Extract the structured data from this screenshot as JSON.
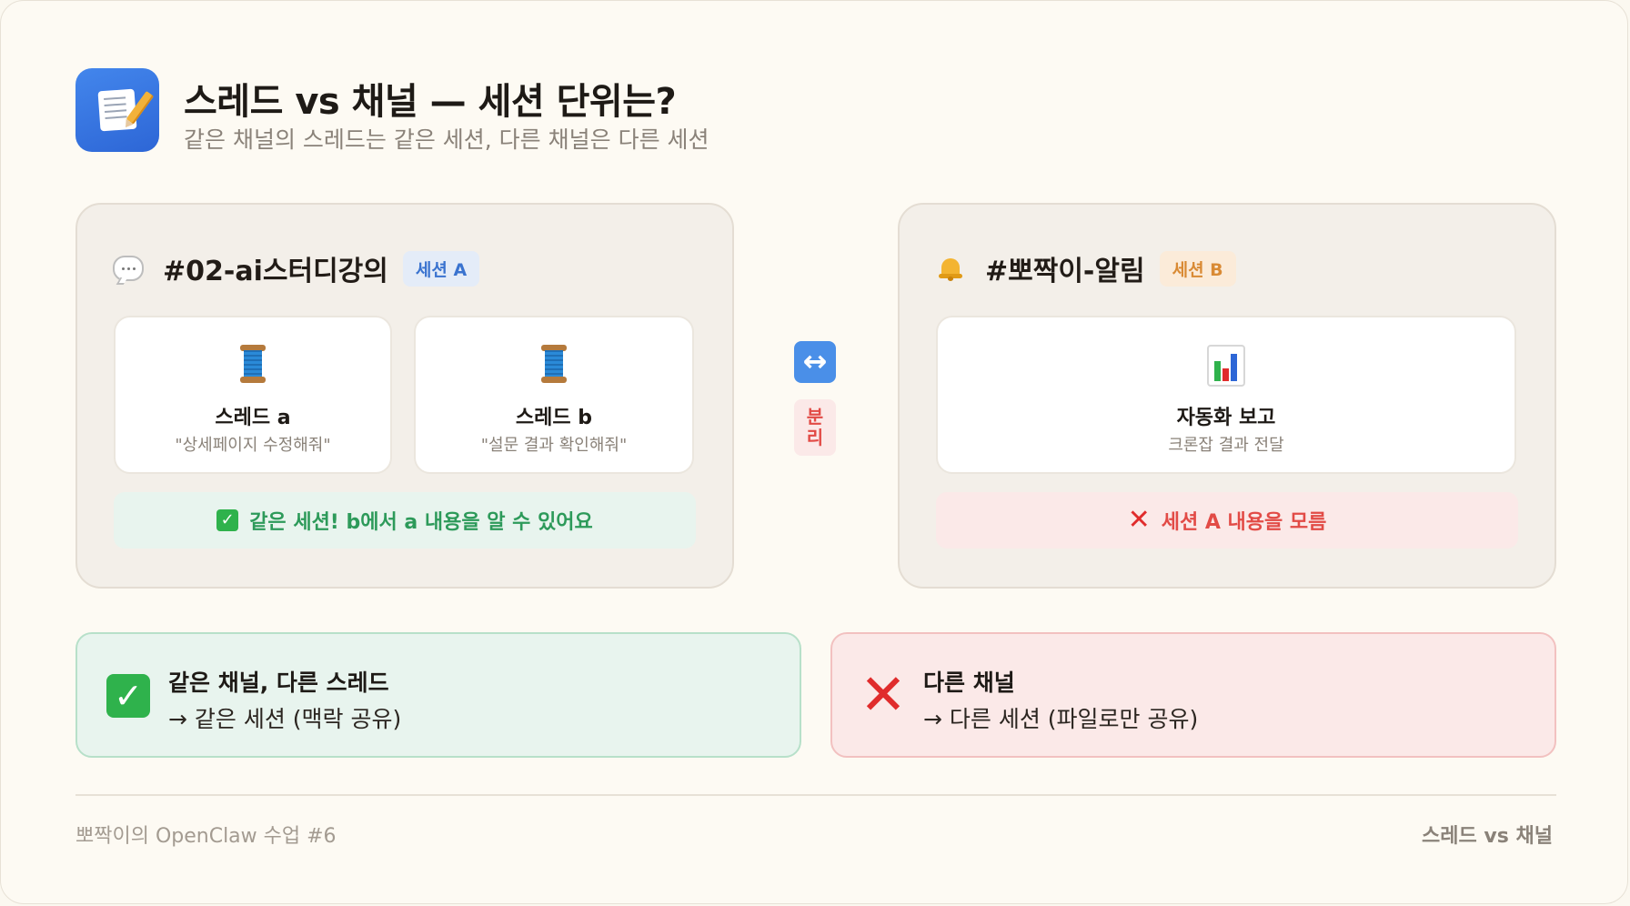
{
  "header": {
    "title": "스레드 vs 채널 — 세션 단위는?",
    "subtitle": "같은 채널의 스레드는 같은 세션, 다른 채널은 다른 세션",
    "icon": "memo-pencil-icon"
  },
  "left_panel": {
    "channel_icon": "speech-bubble-icon",
    "channel_name": "#02-ai스터디강의",
    "session_badge": "세션 A",
    "cards": [
      {
        "icon": "spool-thread-icon",
        "name": "스레드 a",
        "desc": "\"상세페이지 수정해줘\""
      },
      {
        "icon": "spool-thread-icon",
        "name": "스레드 b",
        "desc": "\"설문 결과 확인해줘\""
      }
    ],
    "status": "같은 세션! b에서 a 내용을 알 수 있어요"
  },
  "separator": {
    "icon": "left-right-arrow-icon",
    "label_1": "분",
    "label_2": "리"
  },
  "right_panel": {
    "channel_icon": "bell-icon",
    "channel_name": "#뽀짝이-알림",
    "session_badge": "세션 B",
    "card": {
      "icon": "bar-chart-icon",
      "name": "자동화 보고",
      "desc": "크론잡 결과 전달"
    },
    "status": "세션 A 내용을 모름"
  },
  "summary": {
    "same": {
      "title": "같은 채널, 다른 스레드",
      "sub": "→ 같은 세션 (맥락 공유)"
    },
    "diff": {
      "title": "다른 채널",
      "sub": "→ 다른 세션 (파일로만 공유)"
    }
  },
  "footer": {
    "left": "뽀짝이의 OpenClaw 수업 #6",
    "right": "스레드 vs 채널"
  },
  "colors": {
    "accent_blue": "#3a73cf",
    "accent_orange": "#d98a34",
    "ok_green": "#2d9a5a",
    "error_red": "#e24b46"
  }
}
